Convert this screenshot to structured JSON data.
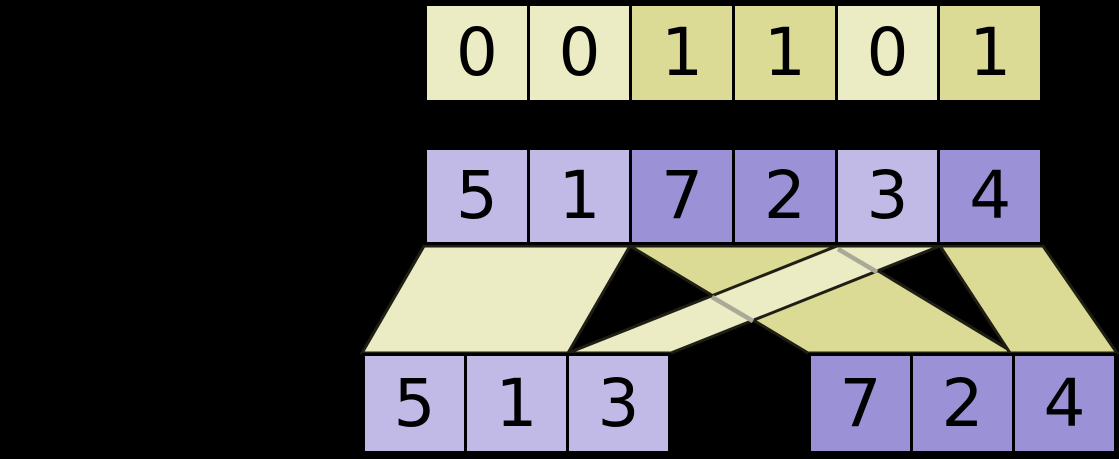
{
  "diagram": {
    "description": "Split of an array into two arrays according to a flag vector",
    "flags_array": {
      "cells": [
        {
          "value": "0",
          "flag": "0"
        },
        {
          "value": "0",
          "flag": "0"
        },
        {
          "value": "1",
          "flag": "1"
        },
        {
          "value": "1",
          "flag": "1"
        },
        {
          "value": "0",
          "flag": "0"
        },
        {
          "value": "1",
          "flag": "1"
        }
      ]
    },
    "input_array": {
      "cells": [
        {
          "value": "5",
          "flag": "0"
        },
        {
          "value": "1",
          "flag": "0"
        },
        {
          "value": "7",
          "flag": "1"
        },
        {
          "value": "2",
          "flag": "1"
        },
        {
          "value": "3",
          "flag": "0"
        },
        {
          "value": "4",
          "flag": "1"
        }
      ]
    },
    "output_left_array": {
      "cells": [
        {
          "value": "5"
        },
        {
          "value": "1"
        },
        {
          "value": "3"
        }
      ]
    },
    "output_right_array": {
      "cells": [
        {
          "value": "7"
        },
        {
          "value": "2"
        },
        {
          "value": "4"
        }
      ]
    },
    "colors": {
      "background": "#000000",
      "flag0_cell_yellow": "#ececc4",
      "flag1_cell_yellow": "#dbdb95",
      "flag0_cell_purple": "#c2bae6",
      "flag1_cell_purple": "#9b91d7",
      "band_cream": "#ececc4",
      "band_khaki": "#dbdb95",
      "band_edge_stroke": "#1e1e14",
      "hidden_edge_grey": "#a9a998",
      "digit_color": "#000000"
    }
  }
}
